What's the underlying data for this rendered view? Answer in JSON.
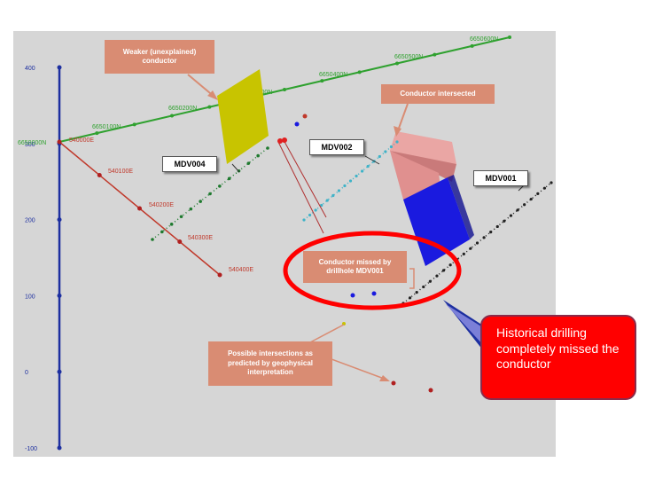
{
  "colors": {
    "background": "#d6d6d6",
    "axis": "#1d2fa0",
    "green_line": "#2fa12f",
    "red_line": "#c0392b",
    "annotation_box": "#d98c73",
    "callout": "#ff0000",
    "ellipse": "#ff0000",
    "weak_conductor": "#c8c400",
    "conductor_pink": "#e0908f",
    "conductor_blue": "#1a1adf"
  },
  "axis": {
    "ticks": [
      "400",
      "300",
      "200",
      "100",
      "0",
      "-100"
    ]
  },
  "grid_labels": {
    "northing": [
      "6650600N",
      "6650500N",
      "6650400N",
      "6650300N",
      "6650200N",
      "6650100N",
      "6650000N"
    ],
    "easting": [
      "540000E",
      "540100E",
      "540200E",
      "540300E",
      "540400E"
    ]
  },
  "drillholes": {
    "mdv001": "MDV001",
    "mdv002": "MDV002",
    "mdv004": "MDV004"
  },
  "annotations": {
    "weak_conductor": "Weaker (unexplained) conductor",
    "conductor_intersected": "Conductor intersected",
    "conductor_missed": "Conductor missed by drillhole MDV001",
    "possible_intersections": "Possible intersections as predicted by geophysical interpretation"
  },
  "callout": {
    "text": "Historical drilling completely missed the conductor"
  }
}
